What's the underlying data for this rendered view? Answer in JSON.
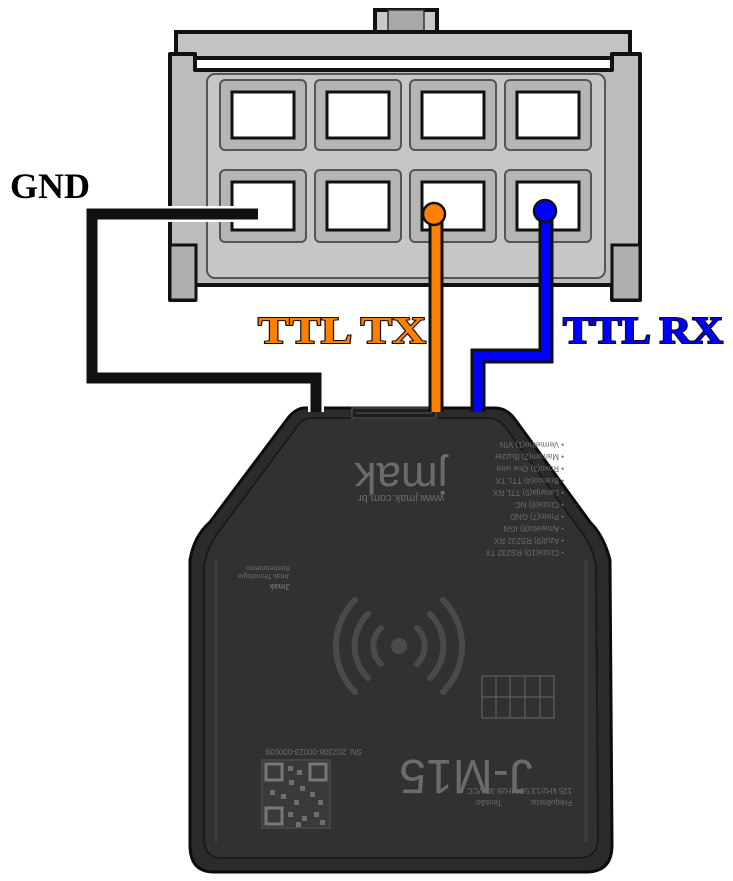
{
  "labels": {
    "gnd": "GND",
    "ttl_tx": "TTL TX",
    "ttl_rx": "TTL RX"
  },
  "device": {
    "website": "www.jmak.com.br",
    "brand": "jmak",
    "model": "J-M15",
    "pinout": [
      "• Cinza(10) RS232 TX",
      "• Azul(9) RS232 RX",
      "• Amarelo(8) IGN",
      "• Preto(7) GND",
      "• Cinza(6) NC",
      "• Laranja(5) TTL RX",
      "• Branco(4) TTL TX",
      "• Roxo(3) One wire",
      "• Marrom(2) Buzzer",
      "• Vermelho(1) VIN"
    ],
    "frequency_label": "Frequência:",
    "frequency_value": "125 kHz/13.56 MHz",
    "voltage_label": "Tensão:",
    "voltage_value": "8-30 VCC",
    "serial": "SN: 202308-00023-000039",
    "maker": "Jmak",
    "maker_line1": "Jmak Tecnologia",
    "maker_line2": "Rastreamento"
  },
  "colors": {
    "gnd_wire": "#111111",
    "tx_wire": "#ff7f00",
    "rx_wire": "#0000ff",
    "connector": "#bdbdbd",
    "device_body": "#2e2e2e"
  }
}
